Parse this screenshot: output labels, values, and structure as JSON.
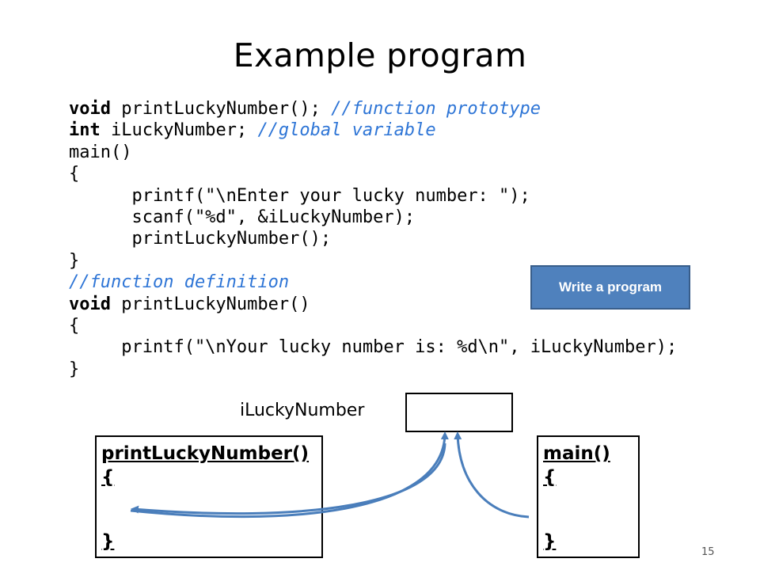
{
  "slide": {
    "title": "Example program",
    "page_number": "15"
  },
  "code": {
    "line1": {
      "kw": "void",
      "code": " printLuckyNumber(); ",
      "comment": "//function prototype"
    },
    "line2": {
      "kw": "int",
      "code": " iLuckyNumber; ",
      "comment": "//global variable"
    },
    "line3": "main()",
    "line4": "{",
    "line5": "      printf(\"\\nEnter your lucky number: \");",
    "line6": "      scanf(\"%d\", &iLuckyNumber);",
    "line7": "      printLuckyNumber();",
    "line8": "}",
    "line9": "//function definition",
    "line10": {
      "kw": "void",
      "code": " printLuckyNumber()"
    },
    "line11": "{",
    "line12": "     printf(\"\\nYour lucky number is: %d\\n\", iLuckyNumber);",
    "line13": "}"
  },
  "button": {
    "label": "Write a program",
    "color": "#4f81bd"
  },
  "diagram": {
    "variable_label": "iLuckyNumber",
    "function_box_1": {
      "name": "printLuckyNumber()",
      "open": "{",
      "close": "}"
    },
    "function_box_2": {
      "name": "main()",
      "open": "{",
      "close": "}"
    },
    "arrow_color": "#4a7ebb",
    "comment_color": "#2e75d6"
  }
}
